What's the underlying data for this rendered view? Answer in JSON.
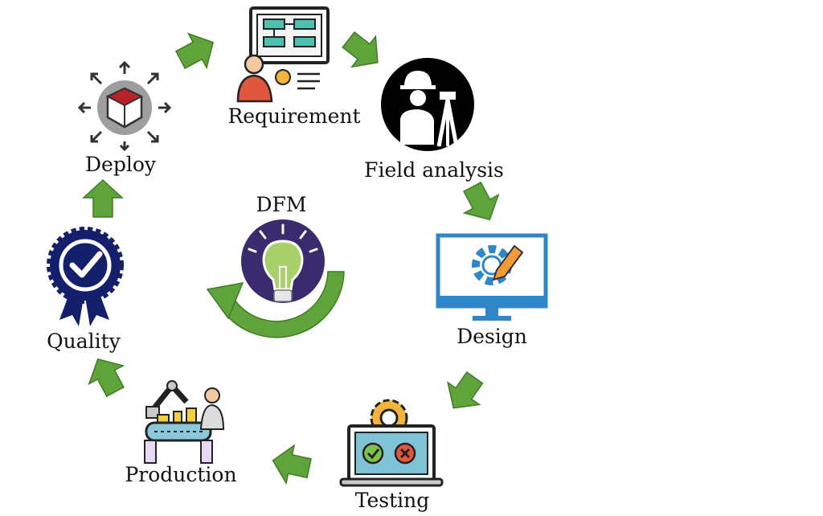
{
  "title": "DFM",
  "stages": [
    {
      "id": "requirement",
      "label": "Requirement"
    },
    {
      "id": "field-analysis",
      "label": "Field analysis"
    },
    {
      "id": "design",
      "label": "Design"
    },
    {
      "id": "testing",
      "label": "Testing"
    },
    {
      "id": "production",
      "label": "Production"
    },
    {
      "id": "quality",
      "label": "Quality"
    },
    {
      "id": "deploy",
      "label": "Deploy"
    }
  ],
  "colors": {
    "arrow": "#5ea43a",
    "arrow_dark": "#3f7d24",
    "navy": "#14206b",
    "purple": "#3a2a6e",
    "bulb": "#a8d16b",
    "blue": "#2f86c8",
    "orange": "#f29a38"
  }
}
